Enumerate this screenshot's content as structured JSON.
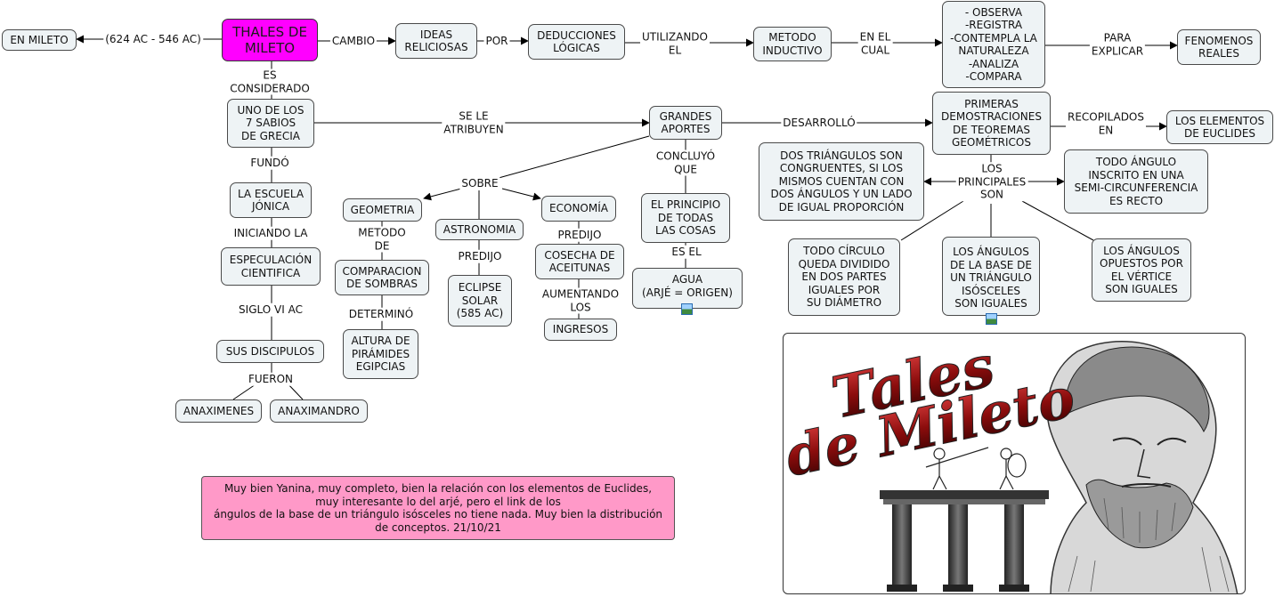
{
  "nodes": {
    "root": "THALES DE\nMILETO",
    "en_mileto": "EN MILETO",
    "ideas": "IDEAS\nRELICIOSAS",
    "deducciones": "DEDUCCIONES\nLÓGICAS",
    "metodo": "METODO\nINDUCTIVO",
    "observa": "- OBSERVA\n-REGISTRA\n-CONTEMPLA LA\nNATURALEZA\n-ANALIZA\n-COMPARA",
    "fenomenos": "FENOMENOS\nREALES",
    "sabios": "UNO DE LOS\n7 SABIOS\nDE GRECIA",
    "grandes": "GRANDES\nAPORTES",
    "primeras": "PRIMERAS\nDEMOSTRACIONES\nDE TEOREMAS\nGEOMÉTRICOS",
    "elementos": "LOS ELEMENTOS\nDE EUCLIDES",
    "escuela": "LA ESCUELA\nJÓNICA",
    "especulacion": "ESPECULACIÓN\nCIENTIFICA",
    "discipulos": "SUS DISCIPULOS",
    "anaximenes": "ANAXIMENES",
    "anaximandro": "ANAXIMANDRO",
    "geometria": "GEOMETRIA",
    "comparacion": "COMPARACION\nDE SOMBRAS",
    "altura": "ALTURA DE\nPIRÁMIDES\nEGIPCIAS",
    "astronomia": "ASTRONOMIA",
    "eclipse": "ECLIPSE\nSOLAR\n(585 AC)",
    "economia": "ECONOMÍA",
    "cosecha": "COSECHA DE\nACEITUNAS",
    "ingresos": "INGRESOS",
    "principio": "EL PRINCIPIO\nDE TODAS\nLAS COSAS",
    "agua": "AGUA\n(ARJÉ = ORIGEN)",
    "triangulos": "DOS TRIÁNGULOS SON\nCONGRUENTES, SI LOS\nMISMOS CUENTAN CON\nDOS ÁNGULOS Y UN LADO\nDE IGUAL PROPORCIÓN",
    "inscrito": "TODO ÁNGULO\nINSCRITO EN UNA\nSEMI-CIRCUNFERENCIA\nES RECTO",
    "circulo": "TODO CÍRCULO\nQUEDA DIVIDIDO\nEN DOS PARTES\nIGUALES POR\nSU DIÁMETRO",
    "isosceles": "LOS ÁNGULOS\nDE LA BASE DE\nUN TRIÁNGULO\nISÓSCELES\nSON IGUALES",
    "opuestos": "LOS ÁNGULOS\nOPUESTOS POR\nEL VÉRTICE\nSON IGUALES"
  },
  "labels": {
    "fechas": "(624 AC - 546 AC)",
    "cambio": "CAMBIO",
    "por": "POR",
    "utilizando": "UTILIZANDO\nEL",
    "en_el_cual": "EN EL\nCUAL",
    "para_explicar": "PARA\nEXPLICAR",
    "es_considerado": "ES\nCONSIDERADO",
    "se_le_atribuyen": "SE LE\nATRIBUYEN",
    "desarrollo": "DESARROLLÓ",
    "recopilados": "RECOPILADOS\nEN",
    "fundo": "FUNDÓ",
    "iniciando": "INICIANDO LA",
    "siglo": "SIGLO VI AC",
    "fueron": "FUERON",
    "sobre": "SOBRE",
    "metodo_de": "METODO\nDE",
    "determino": "DETERMINÓ",
    "predijo_astro": "PREDIJO",
    "predijo_eco": "PREDIJO",
    "aumentando": "AUMENTANDO\nLOS",
    "concluyo": "CONCLUYÓ\nQUE",
    "es_el": "ES EL",
    "principales": "LOS\nPRINCIPALES\nSON"
  },
  "note": {
    "lines": [
      "Muy bien Yanina, muy completo, bien la relación con los elementos de Euclides,",
      "muy interesante lo del arjé, pero el link de los",
      "ángulos de la base de un triángulo isósceles  no tiene nada.    Muy bien la distribución",
      "de conceptos.  21/10/21"
    ]
  },
  "picture": {
    "title_line1": "Tales",
    "title_line2": "de Mileto"
  },
  "colors": {
    "root": "#ff00ff",
    "node_bg": "#eef3f5",
    "note_bg": "#ff99c8",
    "title_red": "#b01818"
  }
}
